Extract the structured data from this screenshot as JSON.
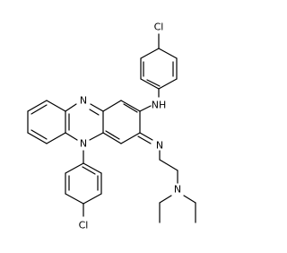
{
  "molecule": {
    "atoms": {
      "cl_top": "Cl",
      "nh_amine": "NH",
      "n_ring_top": "N",
      "n_ring_bottom": "N",
      "n_imine": "N",
      "n_diethyl": "N",
      "cl_bottom": "Cl"
    }
  }
}
